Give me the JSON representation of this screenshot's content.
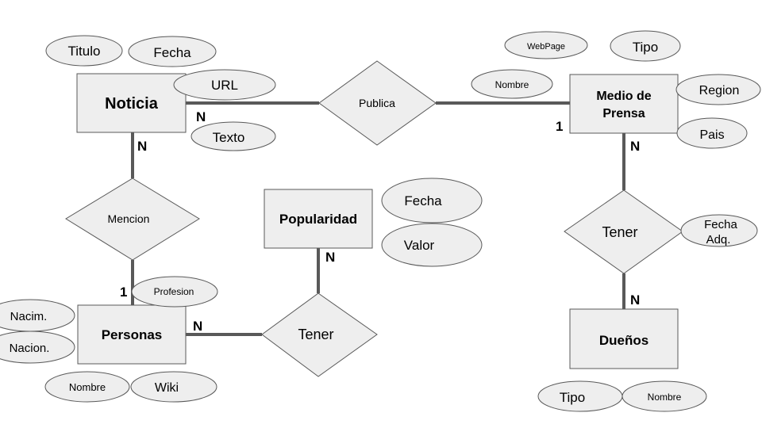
{
  "entities": {
    "noticia": "Noticia",
    "medio_line1": "Medio de",
    "medio_line2": "Prensa",
    "popularidad": "Popularidad",
    "personas": "Personas",
    "duenos": "Dueños"
  },
  "relationships": {
    "publica": "Publica",
    "mencion": "Mencion",
    "tener_popularidad": "Tener",
    "tener_duenos": "Tener"
  },
  "attributes": {
    "noticia_titulo": "Titulo",
    "noticia_fecha": "Fecha",
    "noticia_url": "URL",
    "noticia_texto": "Texto",
    "medio_webpage": "WebPage",
    "medio_tipo": "Tipo",
    "medio_nombre": "Nombre",
    "medio_region": "Region",
    "medio_pais": "Pais",
    "popularidad_fecha": "Fecha",
    "popularidad_valor": "Valor",
    "personas_profesion": "Profesion",
    "personas_nacim": "Nacim.",
    "personas_nacion": "Nacion.",
    "personas_nombre": "Nombre",
    "personas_wiki": "Wiki",
    "tener_fecha_line1": "Fecha",
    "tener_fecha_line2": "Adq.",
    "duenos_tipo": "Tipo",
    "duenos_nombre": "Nombre"
  },
  "cardinalities": {
    "noticia_publica": "N",
    "medio_publica": "1",
    "noticia_mencion": "N",
    "personas_mencion": "1",
    "personas_tener": "N",
    "popularidad_tener": "N",
    "medio_tener": "N",
    "duenos_tener": "N"
  }
}
